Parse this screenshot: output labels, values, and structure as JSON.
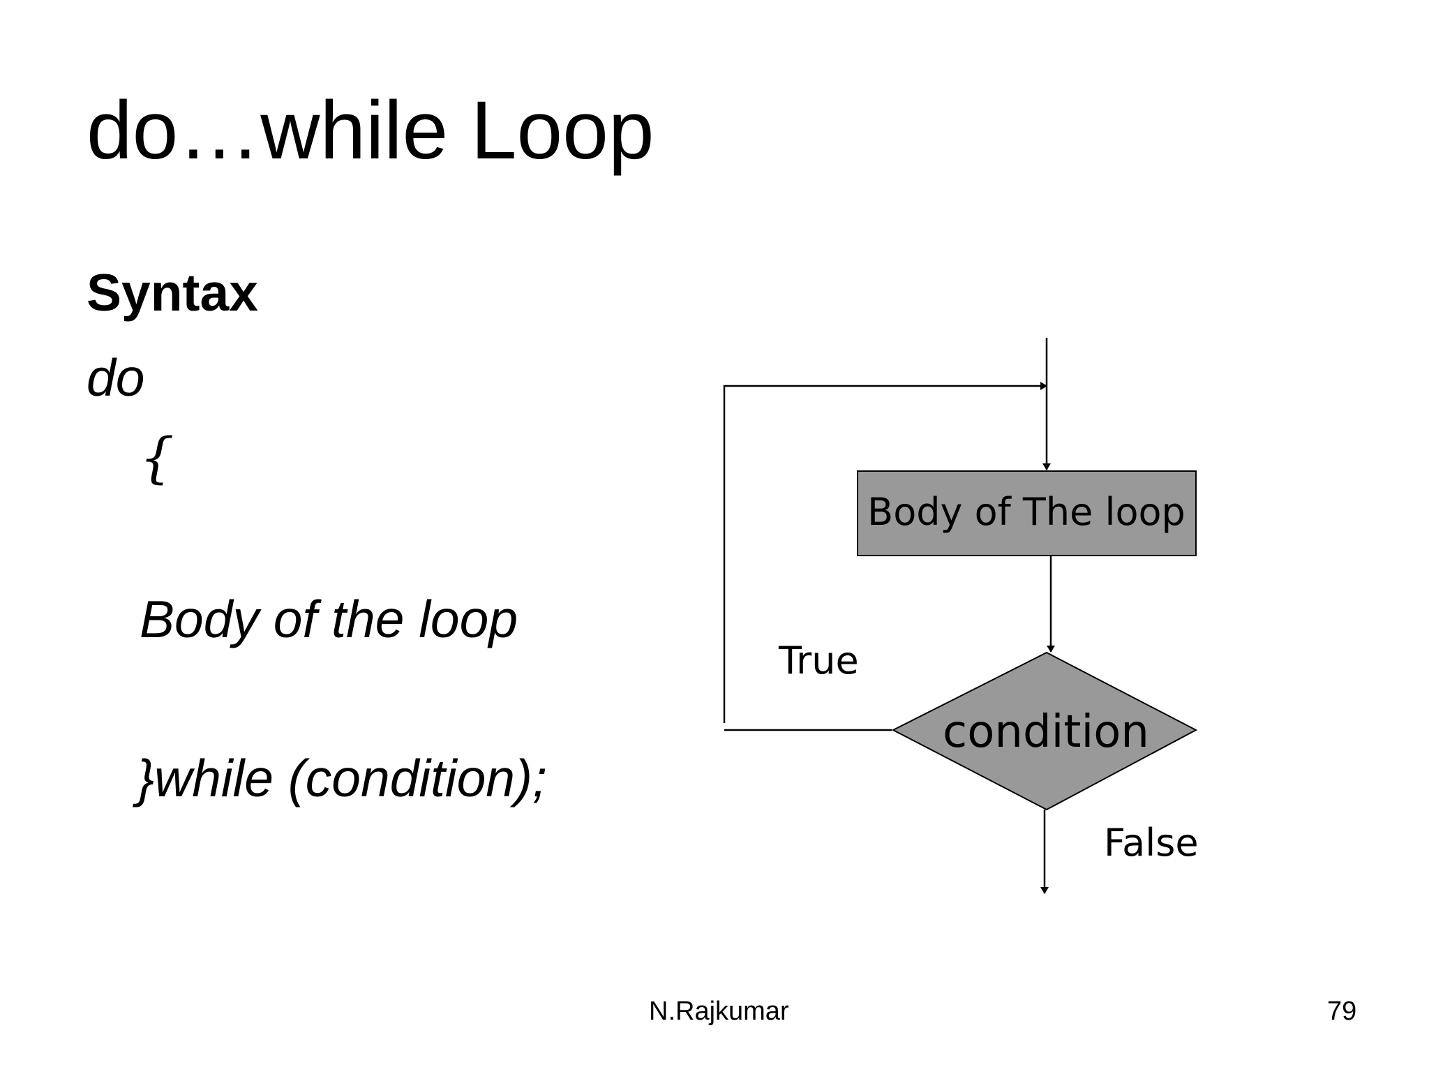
{
  "slide": {
    "title": "do…while Loop",
    "syntax_heading": "Syntax",
    "code": {
      "do": "do",
      "brace_open": "{",
      "body": "Body of the loop",
      "while_clause": "}while (condition);"
    }
  },
  "flowchart": {
    "body_box_label": "Body of The loop",
    "condition_label": "condition",
    "true_label": "True",
    "false_label": "False",
    "box_fill": "#999999"
  },
  "footer": {
    "author": "N.Rajkumar",
    "page_number": "79"
  }
}
